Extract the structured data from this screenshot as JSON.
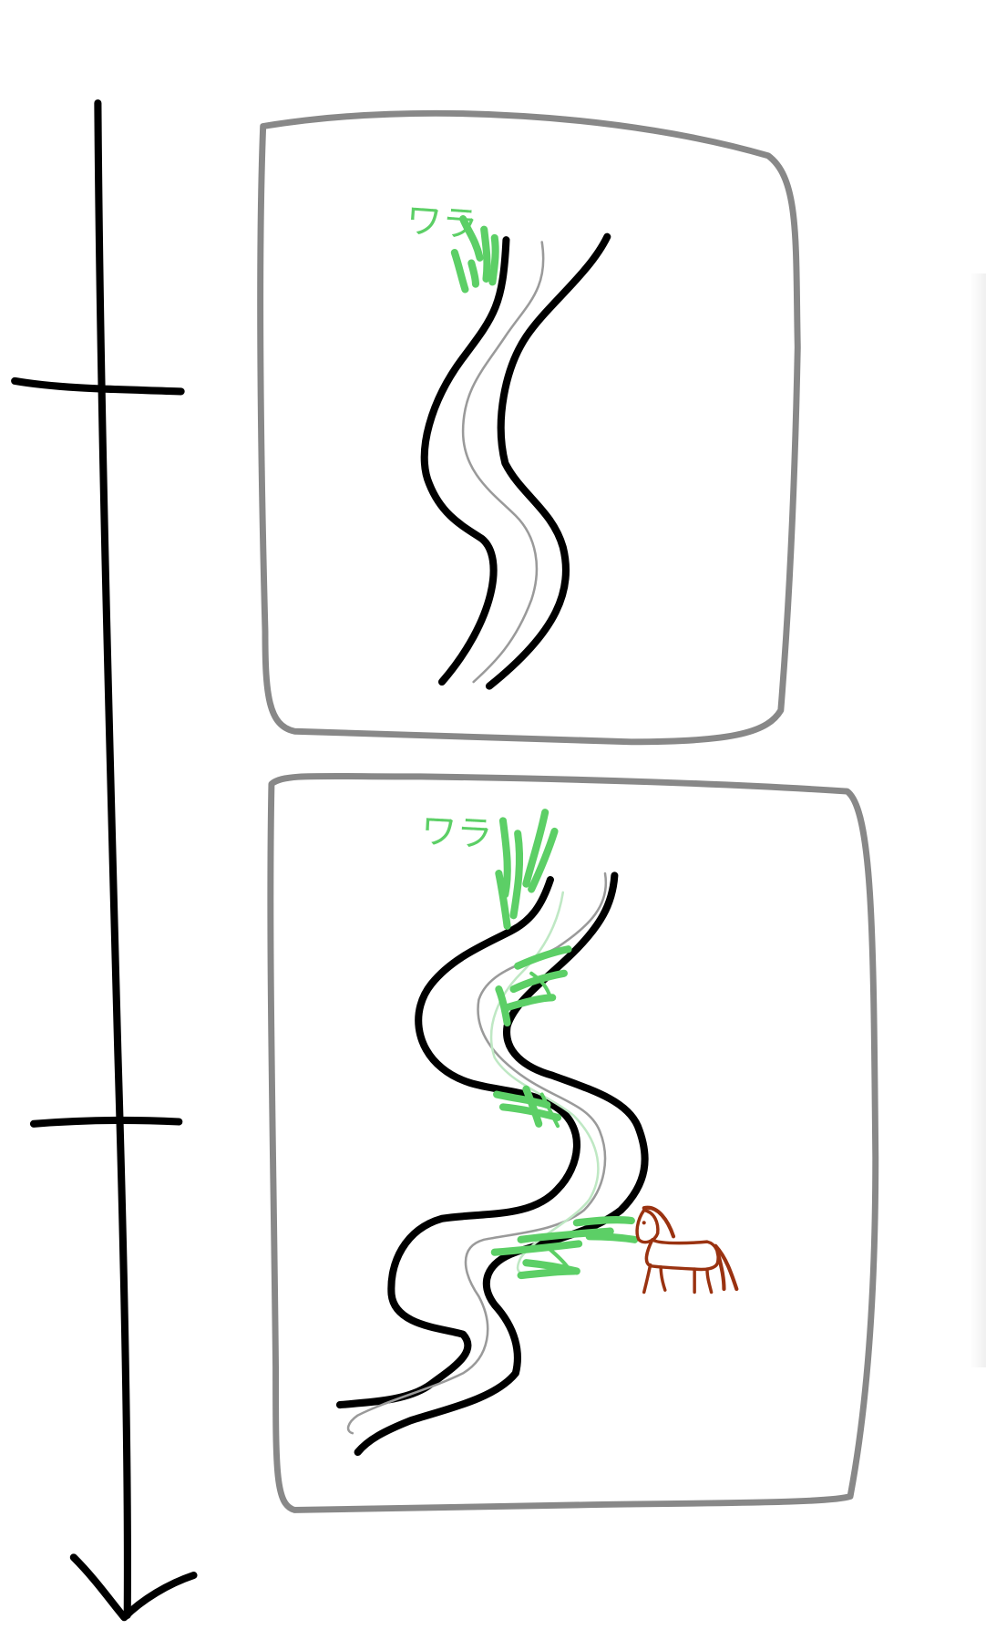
{
  "colors": {
    "ink": "#000000",
    "frame": "#888888",
    "straw": "#5ccf66",
    "river_line": "#9a9a9a",
    "horse": "#9a3210"
  },
  "timeline": {
    "arrow": "down-arrow"
  },
  "panels": [
    {
      "label": "ワラ",
      "content": [
        "river",
        "straw"
      ]
    },
    {
      "label": "ワラ",
      "content": [
        "river",
        "straw",
        "horse"
      ]
    }
  ]
}
